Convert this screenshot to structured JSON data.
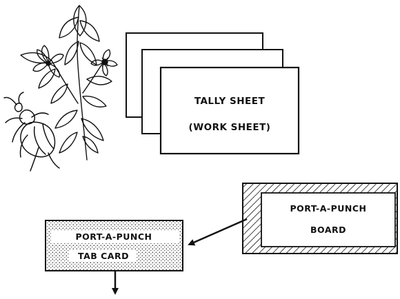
{
  "tally_sheet": {
    "line1": "TALLY SHEET",
    "line2": "(WORK SHEET)"
  },
  "board": {
    "line1": "PORT-A-PUNCH",
    "line2": "BOARD"
  },
  "tab_card": {
    "line1": "PORT-A-PUNCH",
    "line2": "TAB CARD"
  },
  "colors": {
    "ink": "#111111",
    "paper": "#ffffff"
  },
  "icons": [
    "flowering-plant-icon",
    "beetle-icon"
  ]
}
